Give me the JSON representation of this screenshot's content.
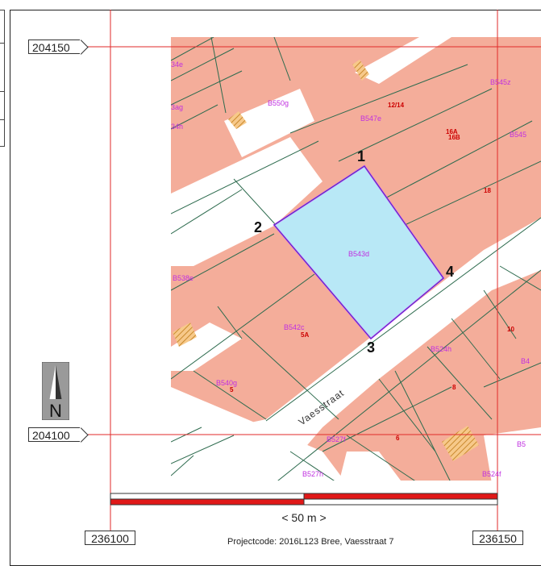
{
  "coordinates": {
    "y_top": "204150",
    "y_bottom": "204100",
    "x_left": "236100",
    "x_right": "236150"
  },
  "points": {
    "p1": "1",
    "p2": "2",
    "p3": "3",
    "p4": "4"
  },
  "parcels": {
    "subject": "B543d",
    "b550g": "B550g",
    "b547e": "B547e",
    "b545z": "B545z",
    "b545": "B545",
    "b538e": "B538e",
    "b542c": "B542c",
    "b540g": "B540g",
    "b524h": "B524h",
    "b527f": "B527f",
    "b527h": "B527h",
    "b524f": "B524f",
    "b5": "B5",
    "b4": "B4",
    "l34e": "34e",
    "l3ag": "3ag",
    "l34h": "34h"
  },
  "house_numbers": {
    "n12_14": "12/14",
    "n16a": "16A",
    "n16b": "16B",
    "n18": "18",
    "n5a": "5A",
    "n5": "5",
    "n8": "8",
    "n6": "6",
    "n10": "10"
  },
  "street": "Vaesstraat",
  "scale_label": "< 50 m >",
  "project_code": "Projectcode: 2016L123 Bree, Vaesstraat 7",
  "north_letter": "N",
  "colors": {
    "parcel_fill": "#f4ad9a",
    "subject_fill": "#b8e8f6",
    "subject_outline": "#cc33ff",
    "grid_line": "#e02a2a",
    "parcel_line": "#2d6b4e",
    "parcel_label": "#c030e0",
    "house_label": "#cc0000",
    "scale_red": "#e01818"
  }
}
